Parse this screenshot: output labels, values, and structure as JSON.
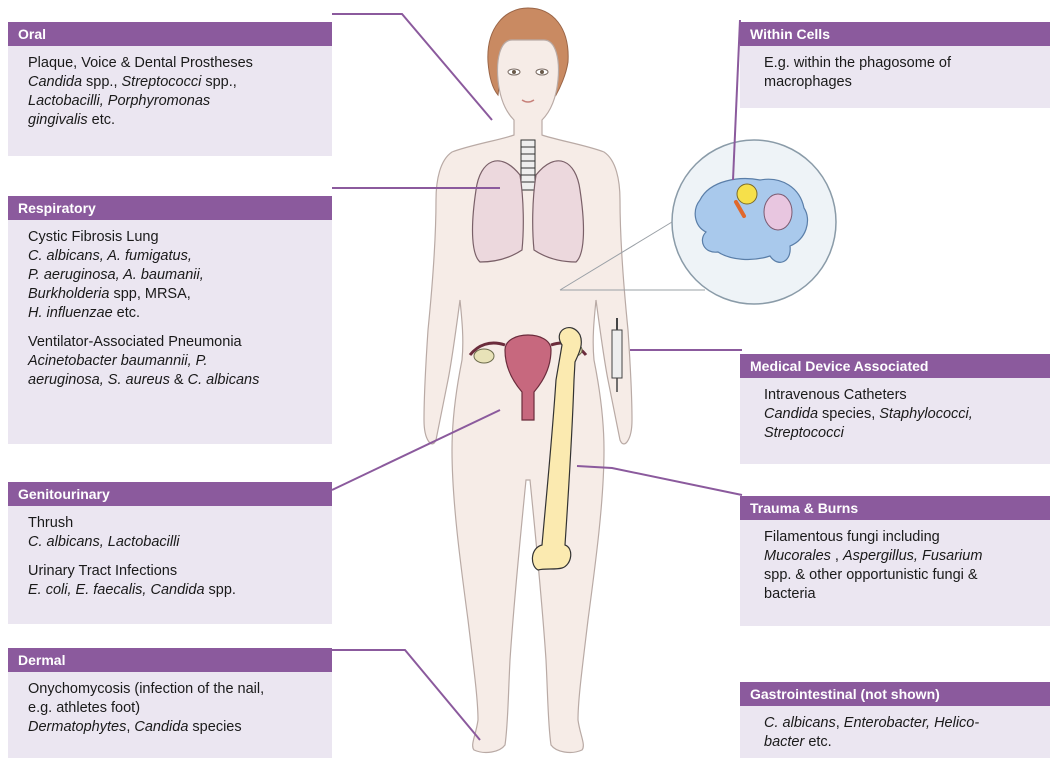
{
  "colors": {
    "header_purple": "#8b5a9d",
    "box_lavender": "#ebe6f1",
    "connector_purple": "#8b5a9d",
    "skin": "#f5ebe6",
    "bone": "#fbeab0"
  },
  "boxes": {
    "oral": {
      "title": "Oral",
      "lines": [
        [
          {
            "t": "Plaque, Voice & Dental Prostheses",
            "i": false
          }
        ],
        [
          {
            "t": "Candida",
            "i": true
          },
          {
            "t": " spp., ",
            "i": false
          },
          {
            "t": "Streptococci",
            "i": true
          },
          {
            "t": " spp.,",
            "i": false
          }
        ],
        [
          {
            "t": "Lactobacilli, Porphyromonas",
            "i": true
          }
        ],
        [
          {
            "t": "gingivalis",
            "i": true
          },
          {
            "t": " etc.",
            "i": false
          }
        ]
      ]
    },
    "respiratory": {
      "title": "Respiratory",
      "group1": [
        [
          {
            "t": "Cystic Fibrosis Lung",
            "i": false
          }
        ],
        [
          {
            "t": "C. albicans, A. fumigatus,",
            "i": true
          }
        ],
        [
          {
            "t": "P. aeruginosa, A. baumanii,",
            "i": true
          }
        ],
        [
          {
            "t": "Burkholderia",
            "i": true
          },
          {
            "t": " spp, MRSA,",
            "i": false
          }
        ],
        [
          {
            "t": "H. influenzae",
            "i": true
          },
          {
            "t": " etc.",
            "i": false
          }
        ]
      ],
      "group2": [
        [
          {
            "t": "Ventilator-Associated Pneumonia",
            "i": false
          }
        ],
        [
          {
            "t": "Acinetobacter baumannii, P.",
            "i": true
          }
        ],
        [
          {
            "t": "aeruginosa, S. aureus",
            "i": true
          },
          {
            "t": " & ",
            "i": false
          },
          {
            "t": "C. albicans",
            "i": true
          }
        ]
      ]
    },
    "genitourinary": {
      "title": "Genitourinary",
      "group1": [
        [
          {
            "t": "Thrush",
            "i": false
          }
        ],
        [
          {
            "t": "C. albicans, Lactobacilli",
            "i": true
          }
        ]
      ],
      "group2": [
        [
          {
            "t": "Urinary Tract Infections",
            "i": false
          }
        ],
        [
          {
            "t": "E. coli, E. faecalis, Candida",
            "i": true
          },
          {
            "t": " spp.",
            "i": false
          }
        ]
      ]
    },
    "dermal": {
      "title": "Dermal",
      "lines": [
        [
          {
            "t": "Onychomycosis (infection of the nail,",
            "i": false
          }
        ],
        [
          {
            "t": "e.g. athletes foot)",
            "i": false
          }
        ],
        [
          {
            "t": "Dermatophytes",
            "i": true
          },
          {
            "t": ", ",
            "i": false
          },
          {
            "t": "Candida",
            "i": true
          },
          {
            "t": " species",
            "i": false
          }
        ]
      ]
    },
    "within_cells": {
      "title": "Within Cells",
      "lines": [
        [
          {
            "t": "E.g. within the phagosome of",
            "i": false
          }
        ],
        [
          {
            "t": "macrophages",
            "i": false
          }
        ]
      ]
    },
    "medical_device": {
      "title": "Medical Device Associated",
      "lines": [
        [
          {
            "t": "Intravenous Catheters",
            "i": false
          }
        ],
        [
          {
            "t": "Candida",
            "i": true
          },
          {
            "t": " species, ",
            "i": false
          },
          {
            "t": "Staphylococci,",
            "i": true
          }
        ],
        [
          {
            "t": "Streptococci",
            "i": true
          }
        ]
      ]
    },
    "trauma_burns": {
      "title": "Trauma & Burns",
      "lines": [
        [
          {
            "t": "Filamentous fungi including",
            "i": false
          }
        ],
        [
          {
            "t": "Mucorales",
            "i": true
          },
          {
            "t": " , ",
            "i": false
          },
          {
            "t": "Aspergillus, Fusarium",
            "i": true
          }
        ],
        [
          {
            "t": "spp. & other opportunistic fungi &",
            "i": false
          }
        ],
        [
          {
            "t": "bacteria",
            "i": false
          }
        ]
      ]
    },
    "gastrointestinal": {
      "title": "Gastrointestinal (not shown)",
      "lines": [
        [
          {
            "t": "C. albicans",
            "i": true
          },
          {
            "t": ", ",
            "i": false
          },
          {
            "t": "Enterobacter, Helico-",
            "i": true
          }
        ],
        [
          {
            "t": "bacter",
            "i": true
          },
          {
            "t": " etc.",
            "i": false
          }
        ]
      ]
    }
  }
}
